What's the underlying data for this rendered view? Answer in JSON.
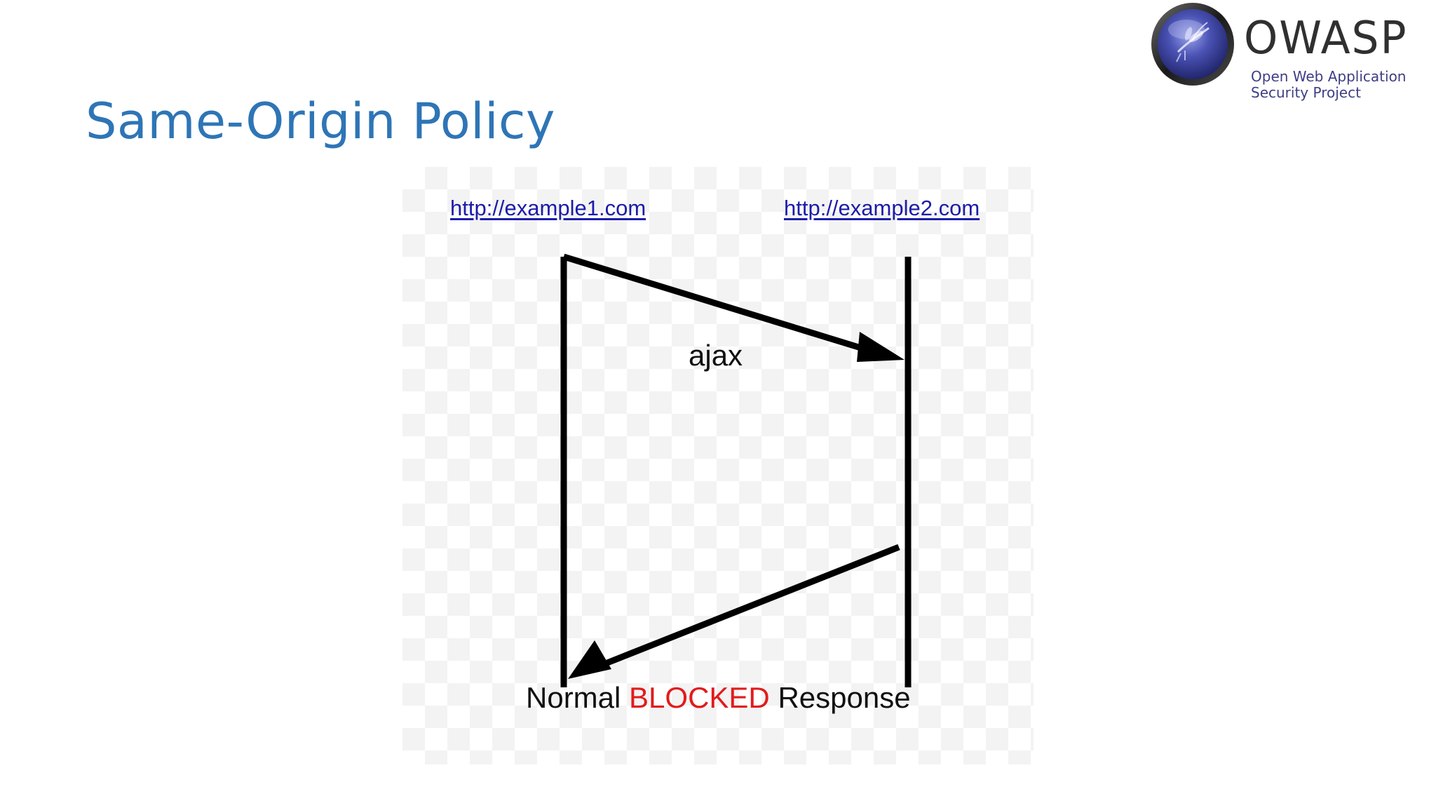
{
  "slide": {
    "title": "Same-Origin Policy"
  },
  "logo": {
    "wordmark": "OWASP",
    "tagline_line1": "Open Web Application",
    "tagline_line2": "Security Project",
    "icon": "owasp-wasp-emblem-icon"
  },
  "diagram": {
    "origin_left": "http://example1.com",
    "origin_right": "http://example2.com",
    "request_label": "ajax",
    "response_caption": {
      "prefix": "Normal",
      "blocked": "BLOCKED",
      "suffix": "Response"
    },
    "colors": {
      "title": "#2e75b6",
      "link": "#1c1ca8",
      "blocked": "#e21b1b",
      "lines": "#000000"
    }
  }
}
